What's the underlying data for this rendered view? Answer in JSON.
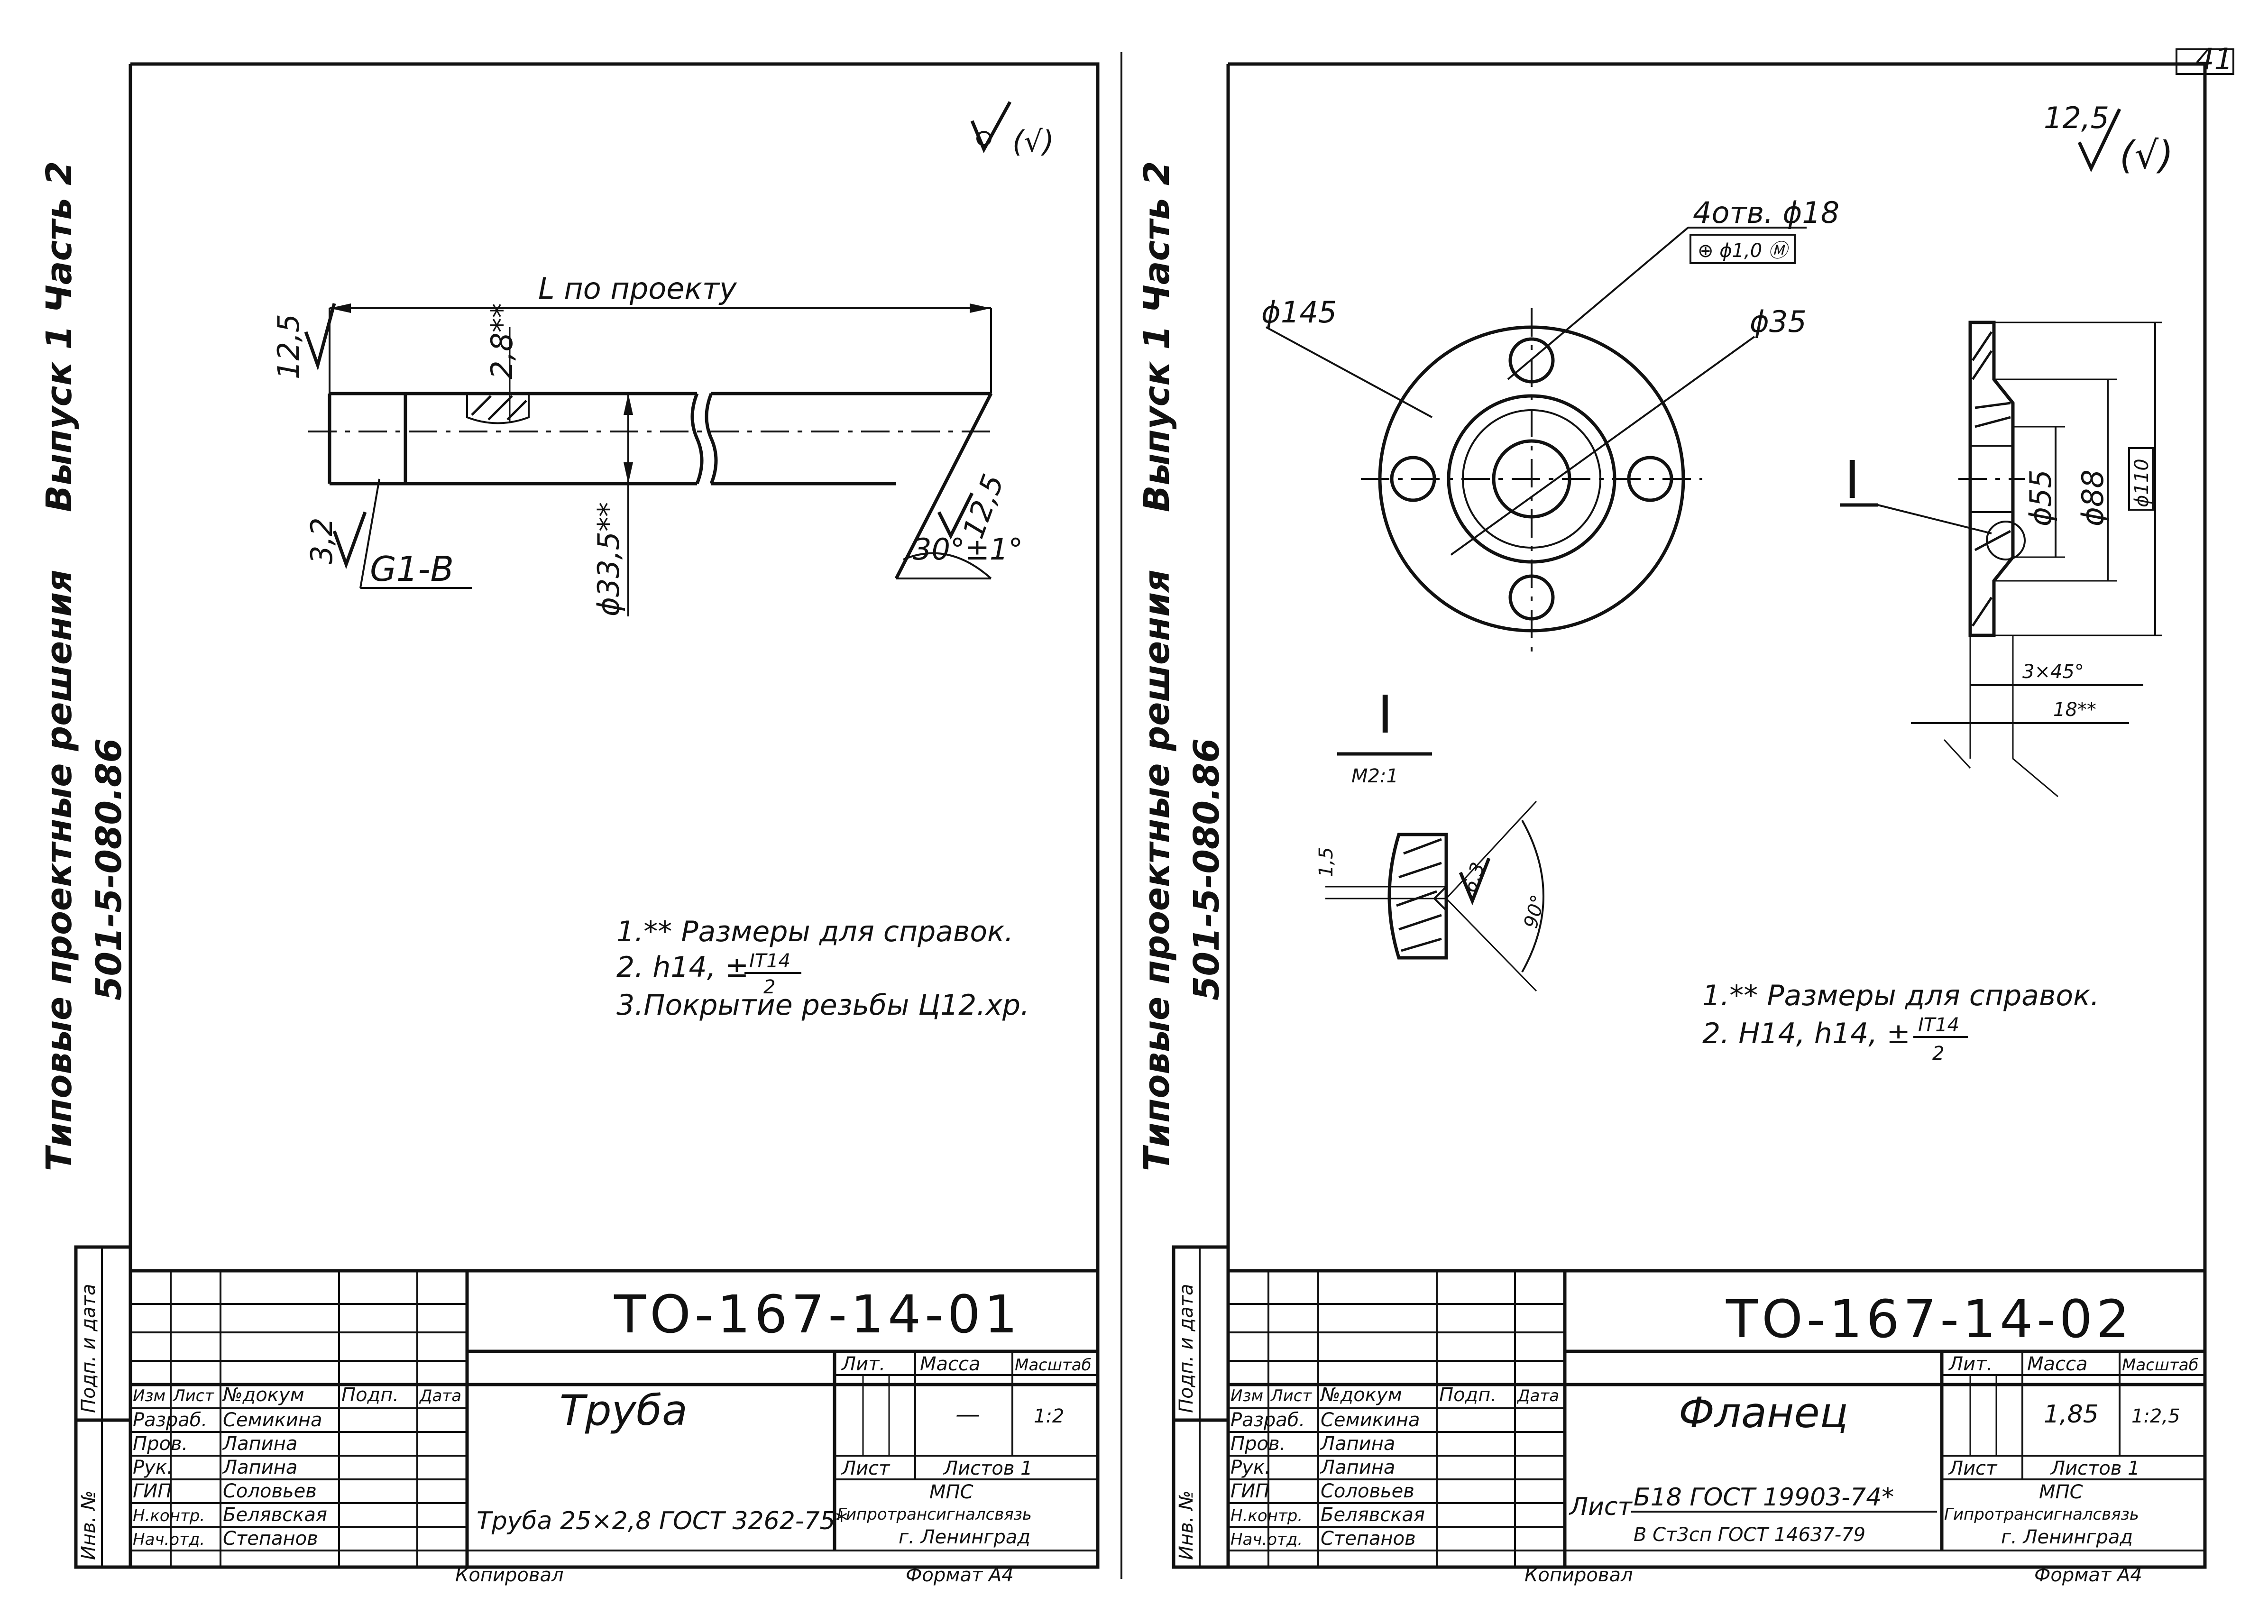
{
  "page_number": "41",
  "left_sheet": {
    "side_label_series": "Типовые проектные решения",
    "side_label_issue": "Выпуск 1 Часть 2",
    "side_label_code": "501-5-080.86",
    "roughness_general": "(√)",
    "dims": {
      "length": "L по проекту",
      "roughness_end": "12,5",
      "wall_thickness": "2,8**",
      "thread": "G1-B",
      "roughness_thread": "3,2",
      "diameter": "ϕ33,5**",
      "roughness_bevel": "12,5",
      "bevel_angle": "30°±1°"
    },
    "notes": [
      "1.** Размеры для справок.",
      "2. h14, ±",
      "3.Покрытие резьбы Ц12.хр."
    ],
    "notes_fraction_top": "IT14",
    "notes_fraction_bottom": "2",
    "title_block": {
      "doc_code": "ТО-167-14-01",
      "part_name": "Труба",
      "material": "Труба 25×2,8 ГОСТ 3262-75*",
      "col_headers": [
        "Изм",
        "Лист",
        "№докум",
        "Подп.",
        "Дата"
      ],
      "rows": [
        {
          "role": "Разраб.",
          "name": "Семикина"
        },
        {
          "role": "Пров.",
          "name": "Лапина"
        },
        {
          "role": "Рук.",
          "name": "Лапина"
        },
        {
          "role": "ГИП",
          "name": "Соловьев"
        },
        {
          "role": "Н.контр.",
          "name": "Белявская"
        },
        {
          "role": "Нач.отд.",
          "name": "Степанов"
        }
      ],
      "lit_label": "Лит.",
      "mass_label": "Масса",
      "scale_label": "Масштаб",
      "mass_value": "—",
      "scale_value": "1:2",
      "sheet_label": "Лист",
      "sheets_label": "Листов 1",
      "org_1": "МПС",
      "org_2": "Гипротрансигналсвязь",
      "org_3": "г. Ленинград",
      "side_sign": "Подп. и дата",
      "side_inv": "Инв. №"
    },
    "copied": "Копировал",
    "format": "Формат А4"
  },
  "right_sheet": {
    "side_label_series": "Типовые проектные решения",
    "side_label_issue": "Выпуск 1 Часть 2",
    "side_label_code": "501-5-080.86",
    "roughness_general_value": "12,5",
    "roughness_general": "(√)",
    "dims": {
      "holes": "4отв. ϕ18",
      "position_tol": "⊕ ϕ1,0 Ⓜ",
      "outer_d": "ϕ145",
      "bore_d": "ϕ35",
      "section_mark": "I",
      "d55": "ϕ55",
      "d88": "ϕ88",
      "d110": "ϕ110",
      "chamfer": "3×45°",
      "thickness": "18**",
      "detail_mark": "I",
      "detail_scale": "М2:1",
      "groove_depth": "1,5",
      "roughness_groove": "6,3",
      "groove_angle": "90°"
    },
    "notes": [
      "1.** Размеры для справок.",
      "2. H14, h14, ±"
    ],
    "notes_fraction_top": "IT14",
    "notes_fraction_bottom": "2",
    "title_block": {
      "doc_code": "ТО-167-14-02",
      "part_name": "Фланец",
      "sheet_word": "Лист",
      "material_1": "Б18 ГОСТ 19903-74*",
      "material_2": "В Ст3сп ГОСТ 14637-79",
      "col_headers": [
        "Изм",
        "Лист",
        "№докум",
        "Подп.",
        "Дата"
      ],
      "rows": [
        {
          "role": "Разраб.",
          "name": "Семикина"
        },
        {
          "role": "Пров.",
          "name": "Лапина"
        },
        {
          "role": "Рук.",
          "name": "Лапина"
        },
        {
          "role": "ГИП",
          "name": "Соловьев"
        },
        {
          "role": "Н.контр.",
          "name": "Белявская"
        },
        {
          "role": "Нач.отд.",
          "name": "Степанов"
        }
      ],
      "lit_label": "Лит.",
      "mass_label": "Масса",
      "scale_label": "Масштаб",
      "mass_value": "1,85",
      "scale_value": "1:2,5",
      "sheet_label": "Лист",
      "sheets_label": "Листов 1",
      "org_1": "МПС",
      "org_2": "Гипротрансигналсвязь",
      "org_3": "г. Ленинград",
      "side_sign": "Подп. и дата",
      "side_inv": "Инв. №"
    },
    "copied": "Копировал",
    "format": "Формат А4"
  }
}
